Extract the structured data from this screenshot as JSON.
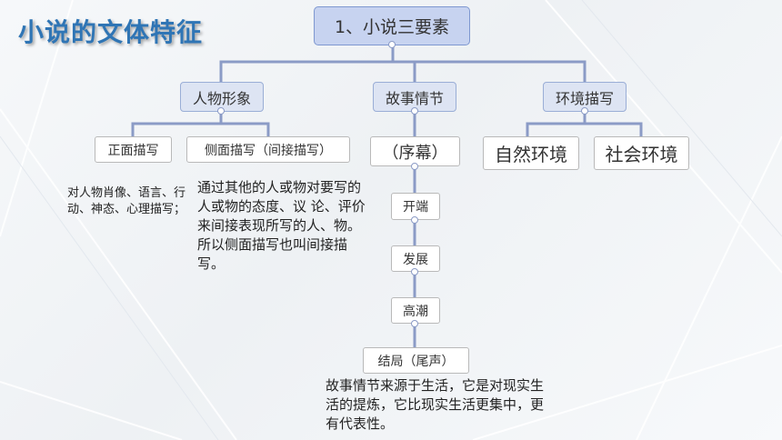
{
  "page_title": "小说的文体特征",
  "root": {
    "label": "1、小说三要素"
  },
  "characters": {
    "label": "人物形象",
    "direct": {
      "label": "正面描写",
      "note": "对人物肖像、语言、行动、神态、心理描写；"
    },
    "indirect": {
      "label": "侧面描写（间接描写）",
      "note": "通过其他的人或物对要写的人或物的态度、议 论、评价来间接表现所写的人、物。所以侧面描写也叫间接描写。"
    }
  },
  "plot": {
    "label": "故事情节",
    "stages": [
      "（序幕）",
      "开端",
      "发展",
      "高潮",
      "结局（尾声）"
    ],
    "note": "故事情节来源于生活，它是对现实生活的提炼，它比现实生活更集中，更有代表性。"
  },
  "setting": {
    "label": "环境描写",
    "natural": {
      "label": "自然环境"
    },
    "social": {
      "label": "社会环境"
    }
  }
}
